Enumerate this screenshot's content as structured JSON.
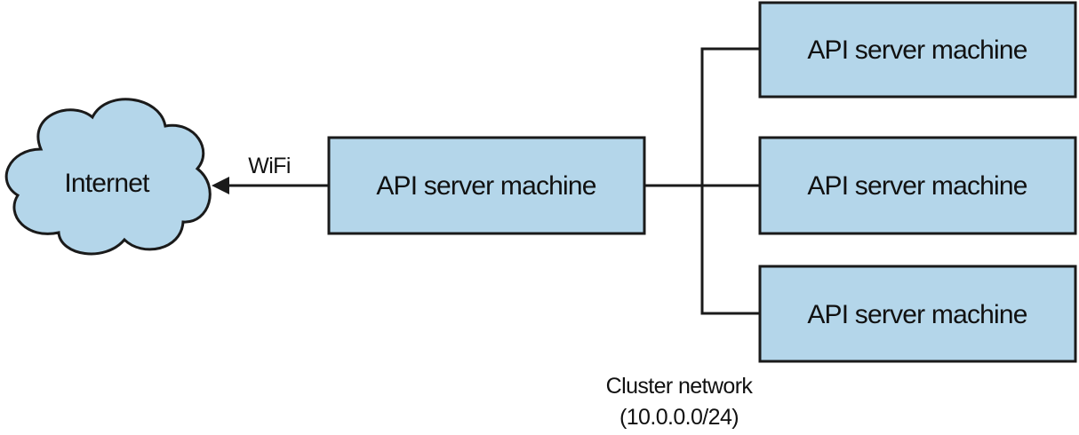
{
  "diagram": {
    "internet": {
      "label": "Internet"
    },
    "link": {
      "label": "WiFi"
    },
    "gateway": {
      "label": "API server machine"
    },
    "workers": [
      {
        "label": "API server machine"
      },
      {
        "label": "API server machine"
      },
      {
        "label": "API server machine"
      }
    ],
    "cluster": {
      "label": "Cluster network",
      "subnet": "(10.0.0.0/24)"
    },
    "colors": {
      "node_fill": "#b4d6ea",
      "stroke": "#1a1a1a"
    }
  }
}
